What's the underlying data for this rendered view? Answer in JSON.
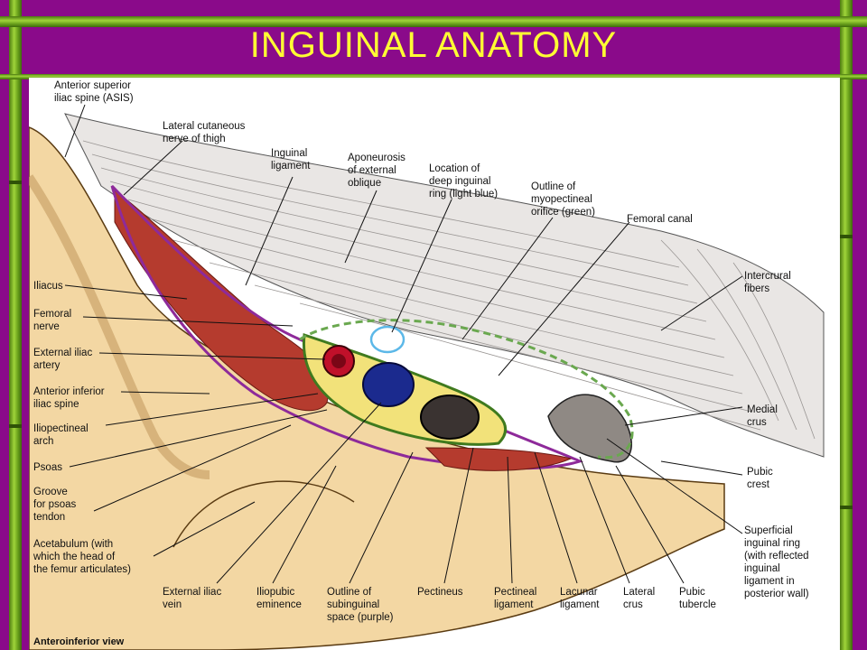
{
  "slide": {
    "title": "INGUINAL  ANATOMY"
  },
  "figure": {
    "view_caption": "Anteroinferior view",
    "labels": {
      "asis": [
        "Anterior superior",
        "iliac spine (ASIS)"
      ],
      "lat_cut_nerve": [
        "Lateral cutaneous",
        "nerve of thigh"
      ],
      "inguinal_ligament": [
        "Inguinal",
        "ligament"
      ],
      "aponeurosis": [
        "Aponeurosis",
        "of external",
        "oblique"
      ],
      "deep_ring": [
        "Location of",
        "deep inguinal",
        "ring (light blue)"
      ],
      "myopectineal": [
        "Outline of",
        "myopectineal",
        "orifice (green)"
      ],
      "femoral_canal": [
        "Femoral canal"
      ],
      "intercrural": [
        "Intercrural",
        "fibers"
      ],
      "iliacus": [
        "Iliacus"
      ],
      "femoral_nerve": [
        "Femoral",
        "nerve"
      ],
      "ext_iliac_artery": [
        "External iliac",
        "artery"
      ],
      "aiis": [
        "Anterior inferior",
        "iliac spine"
      ],
      "iliopectineal_arch": [
        "Iliopectineal",
        "arch"
      ],
      "psoas": [
        "Psoas"
      ],
      "groove_psoas": [
        "Groove",
        "for psoas",
        "tendon"
      ],
      "acetabulum": [
        "Acetabulum (with",
        "which the head of",
        "the femur articulates)"
      ],
      "medial_crus": [
        "Medial",
        "crus"
      ],
      "pubic_crest": [
        "Pubic",
        "crest"
      ],
      "superficial_ring": [
        "Superficial",
        "inguinal ring",
        "(with reflected",
        "inguinal",
        "ligament  in",
        "posterior wall)"
      ],
      "ext_iliac_vein": [
        "External iliac",
        "vein"
      ],
      "iliopubic_eminence": [
        "Iliopubic",
        "eminence"
      ],
      "subinguinal": [
        "Outline of",
        "subinguinal",
        "space (purple)"
      ],
      "pectineus": [
        "Pectineus"
      ],
      "pectineal_ligament": [
        "Pectineal",
        "ligament"
      ],
      "lacunar_ligament": [
        "Lacunar",
        "ligament"
      ],
      "lateral_crus": [
        "Lateral",
        "crus"
      ],
      "pubic_tubercle": [
        "Pubic",
        "tubercle"
      ]
    }
  }
}
